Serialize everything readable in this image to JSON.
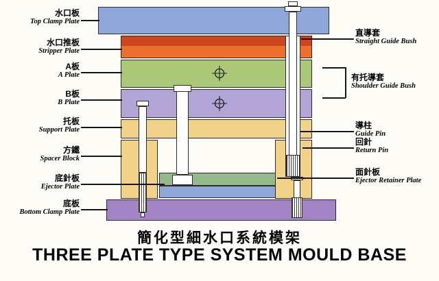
{
  "title": {
    "zh": "簡化型細水口系統模架",
    "en": "THREE PLATE TYPE SYSTEM MOULD BASE"
  },
  "left_labels": [
    {
      "zh": "水口板",
      "en": "Top Clamp Plate"
    },
    {
      "zh": "水口推板",
      "en": "Stripper Plate"
    },
    {
      "zh": "A板",
      "en": "A Plate"
    },
    {
      "zh": "B板",
      "en": "B Plate"
    },
    {
      "zh": "托板",
      "en": "Support Plate"
    },
    {
      "zh": "方鐵",
      "en": "Spacer Block"
    },
    {
      "zh": "底針板",
      "en": "Ejector Plate"
    },
    {
      "zh": "底板",
      "en": "Bottom Clamp Plate"
    }
  ],
  "right_labels": [
    {
      "zh": "直導套",
      "en": "Straight Guide Bush"
    },
    {
      "zh": "有托導套",
      "en": "Shoulder Guide Bush"
    },
    {
      "zh": "導柱",
      "en": "Guide Pin"
    },
    {
      "zh": "回針",
      "en": "Return Pin"
    },
    {
      "zh": "面針板",
      "en": "Ejector Retainer Plate"
    }
  ],
  "colors": {
    "top_clamp_plate": "#8ea6d9",
    "stripper_plate_top": "#cf4520",
    "stripper_plate_bottom": "#ec6f2e",
    "a_plate": "#abc878",
    "b_plate": "#b3a4d6",
    "support_plate": "#f2d189",
    "spacer_block": "#f2d189",
    "ejector_retainer_plate": "#94ba8b",
    "ejector_plate": "#90a7d7",
    "bottom_clamp_plate": "#a284c5"
  }
}
